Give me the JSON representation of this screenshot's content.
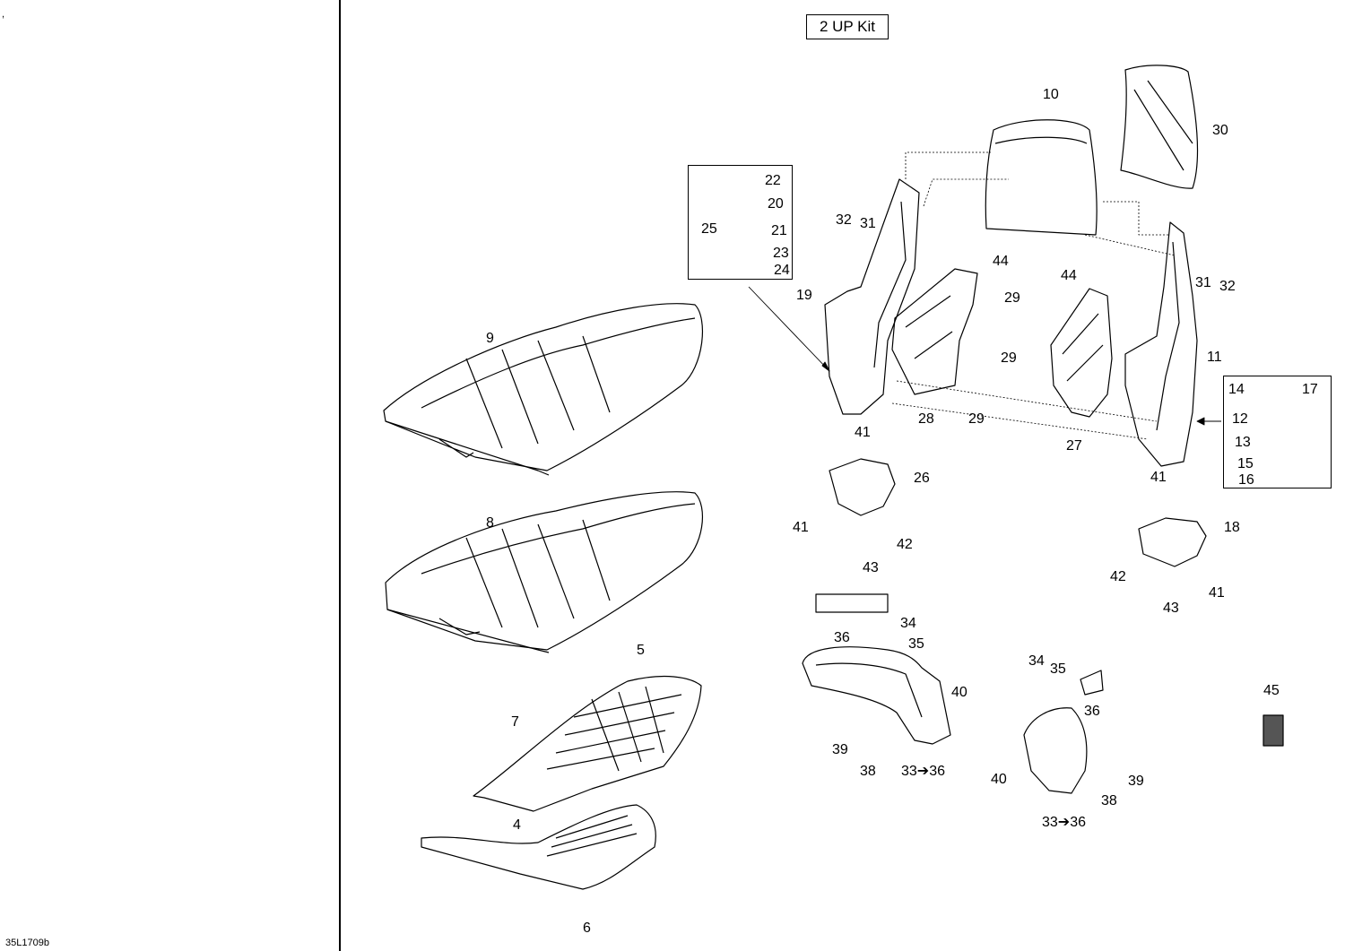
{
  "header": {
    "kit_label": "2 UP Kit"
  },
  "footer": {
    "drawing_ref": "35L1709b",
    "corner_mark": ","
  },
  "callouts": [
    {
      "id": "c9",
      "text": "9"
    },
    {
      "id": "c8",
      "text": "8"
    },
    {
      "id": "c5",
      "text": "5"
    },
    {
      "id": "c7",
      "text": "7"
    },
    {
      "id": "c4",
      "text": "4"
    },
    {
      "id": "c6",
      "text": "6"
    },
    {
      "id": "c22",
      "text": "22"
    },
    {
      "id": "c20",
      "text": "20"
    },
    {
      "id": "c25",
      "text": "25"
    },
    {
      "id": "c21",
      "text": "21"
    },
    {
      "id": "c23",
      "text": "23"
    },
    {
      "id": "c24",
      "text": "24"
    },
    {
      "id": "c32a",
      "text": "32"
    },
    {
      "id": "c31a",
      "text": "31"
    },
    {
      "id": "c19",
      "text": "19"
    },
    {
      "id": "c10",
      "text": "10"
    },
    {
      "id": "c30",
      "text": "30"
    },
    {
      "id": "c44a",
      "text": "44"
    },
    {
      "id": "c44b",
      "text": "44"
    },
    {
      "id": "c29a",
      "text": "29"
    },
    {
      "id": "c29b",
      "text": "29"
    },
    {
      "id": "c29c",
      "text": "29"
    },
    {
      "id": "c28",
      "text": "28"
    },
    {
      "id": "c27",
      "text": "27"
    },
    {
      "id": "c31b",
      "text": "31"
    },
    {
      "id": "c32b",
      "text": "32"
    },
    {
      "id": "c11",
      "text": "11"
    },
    {
      "id": "c14",
      "text": "14"
    },
    {
      "id": "c17",
      "text": "17"
    },
    {
      "id": "c12",
      "text": "12"
    },
    {
      "id": "c13",
      "text": "13"
    },
    {
      "id": "c15",
      "text": "15"
    },
    {
      "id": "c16",
      "text": "16"
    },
    {
      "id": "c41a",
      "text": "41"
    },
    {
      "id": "c26",
      "text": "26"
    },
    {
      "id": "c41b",
      "text": "41"
    },
    {
      "id": "c42a",
      "text": "42"
    },
    {
      "id": "c43a",
      "text": "43"
    },
    {
      "id": "c41c",
      "text": "41"
    },
    {
      "id": "c18",
      "text": "18"
    },
    {
      "id": "c42b",
      "text": "42"
    },
    {
      "id": "c41d",
      "text": "41"
    },
    {
      "id": "c43b",
      "text": "43"
    },
    {
      "id": "c34a",
      "text": "34"
    },
    {
      "id": "c36a",
      "text": "36"
    },
    {
      "id": "c35a",
      "text": "35"
    },
    {
      "id": "c40a",
      "text": "40"
    },
    {
      "id": "c39a",
      "text": "39"
    },
    {
      "id": "c38a",
      "text": "38"
    },
    {
      "id": "c3336a",
      "text": "33➔36"
    },
    {
      "id": "c34b",
      "text": "34"
    },
    {
      "id": "c35b",
      "text": "35"
    },
    {
      "id": "c36b",
      "text": "36"
    },
    {
      "id": "c45",
      "text": "45"
    },
    {
      "id": "c40b",
      "text": "40"
    },
    {
      "id": "c39b",
      "text": "39"
    },
    {
      "id": "c38b",
      "text": "38"
    },
    {
      "id": "c3336b",
      "text": "33➔36"
    }
  ]
}
